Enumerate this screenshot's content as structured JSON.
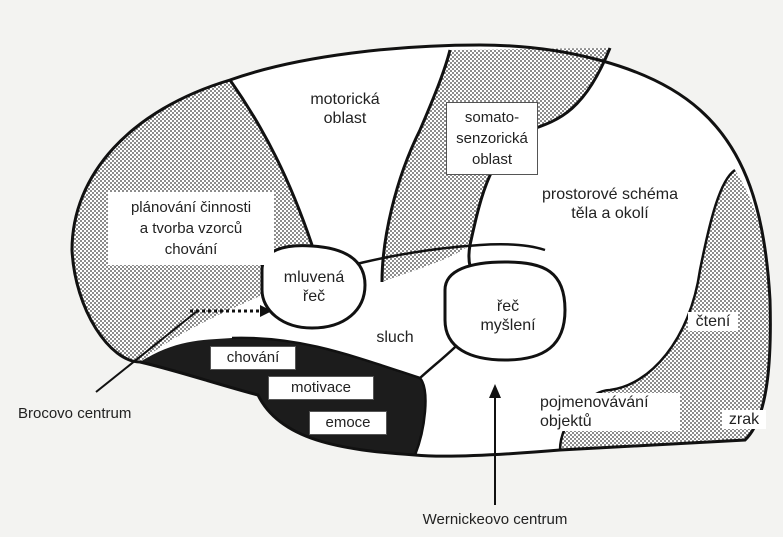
{
  "regions": {
    "motor": [
      "motorická",
      "oblast"
    ],
    "somato": [
      "somato-",
      "senzorická",
      "oblast"
    ],
    "planning": [
      "plánování činnosti",
      "a tvorba vzorců",
      "chování"
    ],
    "spoken_speech": [
      "mluvená",
      "řeč"
    ],
    "body_schema": [
      "prostorové schéma",
      "těla a okolí"
    ],
    "hearing": "sluch",
    "speech_thinking": [
      "řeč",
      "myšlení"
    ],
    "reading": "čtení",
    "naming": [
      "pojmenovávání",
      "objektů"
    ],
    "vision": "zrak",
    "behavior": "chování",
    "motivation": "motivace",
    "emotion": "emoce"
  },
  "callouts": {
    "broca": "Brocovo centrum",
    "wernicke": "Wernickeovo centrum"
  },
  "colors": {
    "background": "#f3f3f1",
    "stroke": "#111111",
    "dark_region": "#1c1c1c",
    "label_box": "#ffffff"
  }
}
